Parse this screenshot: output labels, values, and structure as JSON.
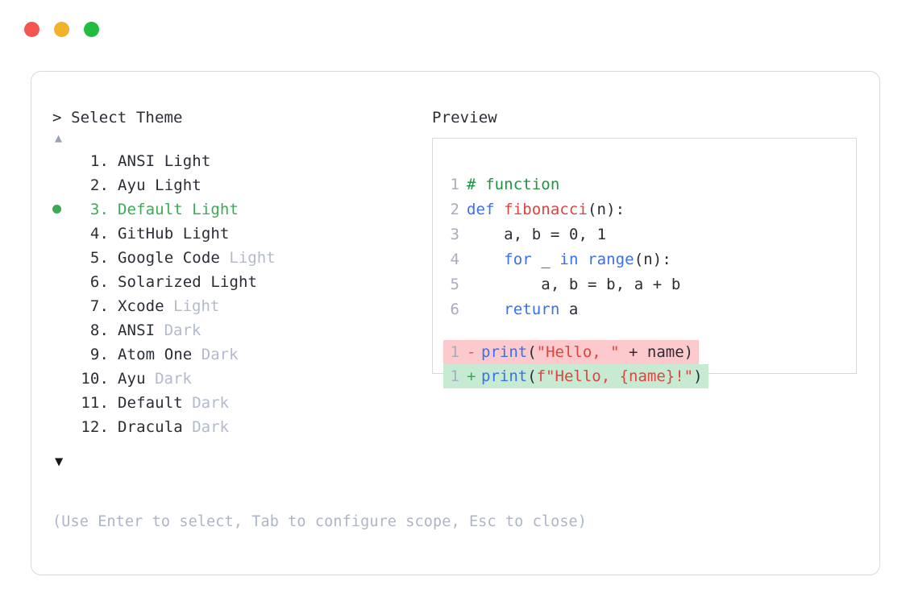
{
  "titlebar": {
    "dots": [
      {
        "name": "close-dot",
        "color": "#f2564f"
      },
      {
        "name": "minimize-dot",
        "color": "#f3b229"
      },
      {
        "name": "maximize-dot",
        "color": "#22bd40"
      }
    ]
  },
  "left": {
    "prompt_caret": ">",
    "prompt_label": "Select Theme",
    "scroll_up_icon": "▲",
    "scroll_down_icon": "▼",
    "selected_index": 3,
    "selected_bullet": "●",
    "themes": [
      {
        "num": "1.",
        "name": "ANSI Light",
        "variant": "",
        "variant_muted": false,
        "selected": false
      },
      {
        "num": "2.",
        "name": "Ayu Light",
        "variant": "",
        "variant_muted": false,
        "selected": false
      },
      {
        "num": "3.",
        "name": "Default Light",
        "variant": "",
        "variant_muted": false,
        "selected": true
      },
      {
        "num": "4.",
        "name": "GitHub Light",
        "variant": "",
        "variant_muted": false,
        "selected": false
      },
      {
        "num": "5.",
        "name": "Google Code",
        "variant": "Light",
        "variant_muted": true,
        "selected": false
      },
      {
        "num": "6.",
        "name": "Solarized Light",
        "variant": "",
        "variant_muted": false,
        "selected": false
      },
      {
        "num": "7.",
        "name": "Xcode",
        "variant": "Light",
        "variant_muted": true,
        "selected": false
      },
      {
        "num": "8.",
        "name": "ANSI",
        "variant": "Dark",
        "variant_muted": true,
        "selected": false
      },
      {
        "num": "9.",
        "name": "Atom One",
        "variant": "Dark",
        "variant_muted": true,
        "selected": false
      },
      {
        "num": "10.",
        "name": "Ayu",
        "variant": "Dark",
        "variant_muted": true,
        "selected": false
      },
      {
        "num": "11.",
        "name": "Default",
        "variant": "Dark",
        "variant_muted": true,
        "selected": false
      },
      {
        "num": "12.",
        "name": "Dracula",
        "variant": "Dark",
        "variant_muted": true,
        "selected": false
      }
    ],
    "hint": "(Use Enter to select, Tab to configure scope, Esc to close)"
  },
  "right": {
    "title": "Preview",
    "code_lines": [
      {
        "num": "1",
        "tokens": [
          {
            "t": "# function",
            "c": "comment"
          }
        ]
      },
      {
        "num": "2",
        "tokens": [
          {
            "t": "def ",
            "c": "keyword"
          },
          {
            "t": "fibonacci",
            "c": "func"
          },
          {
            "t": "(n):",
            "c": "plain"
          }
        ]
      },
      {
        "num": "3",
        "tokens": [
          {
            "t": "    a, b = ",
            "c": "plain"
          },
          {
            "t": "0",
            "c": "number"
          },
          {
            "t": ", ",
            "c": "plain"
          },
          {
            "t": "1",
            "c": "number"
          }
        ]
      },
      {
        "num": "4",
        "tokens": [
          {
            "t": "    ",
            "c": "plain"
          },
          {
            "t": "for",
            "c": "keyword"
          },
          {
            "t": " _ ",
            "c": "plain"
          },
          {
            "t": "in",
            "c": "keyword"
          },
          {
            "t": " ",
            "c": "plain"
          },
          {
            "t": "range",
            "c": "builtin"
          },
          {
            "t": "(n):",
            "c": "plain"
          }
        ]
      },
      {
        "num": "5",
        "tokens": [
          {
            "t": "        a, b = b, a + b",
            "c": "plain"
          }
        ]
      },
      {
        "num": "6",
        "tokens": [
          {
            "t": "    ",
            "c": "plain"
          },
          {
            "t": "return",
            "c": "keyword"
          },
          {
            "t": " a",
            "c": "plain"
          }
        ]
      }
    ],
    "diff_lines": [
      {
        "num": "1",
        "sign": "-",
        "kind": "minus",
        "tokens": [
          {
            "t": "print",
            "c": "builtin"
          },
          {
            "t": "(",
            "c": "plain"
          },
          {
            "t": "\"Hello, \"",
            "c": "string"
          },
          {
            "t": " + name)",
            "c": "plain"
          }
        ]
      },
      {
        "num": "1",
        "sign": "+",
        "kind": "plus",
        "tokens": [
          {
            "t": "print",
            "c": "builtin"
          },
          {
            "t": "(",
            "c": "plain"
          },
          {
            "t": "f\"Hello, {name}!\"",
            "c": "string"
          },
          {
            "t": ")",
            "c": "plain"
          }
        ]
      }
    ]
  }
}
